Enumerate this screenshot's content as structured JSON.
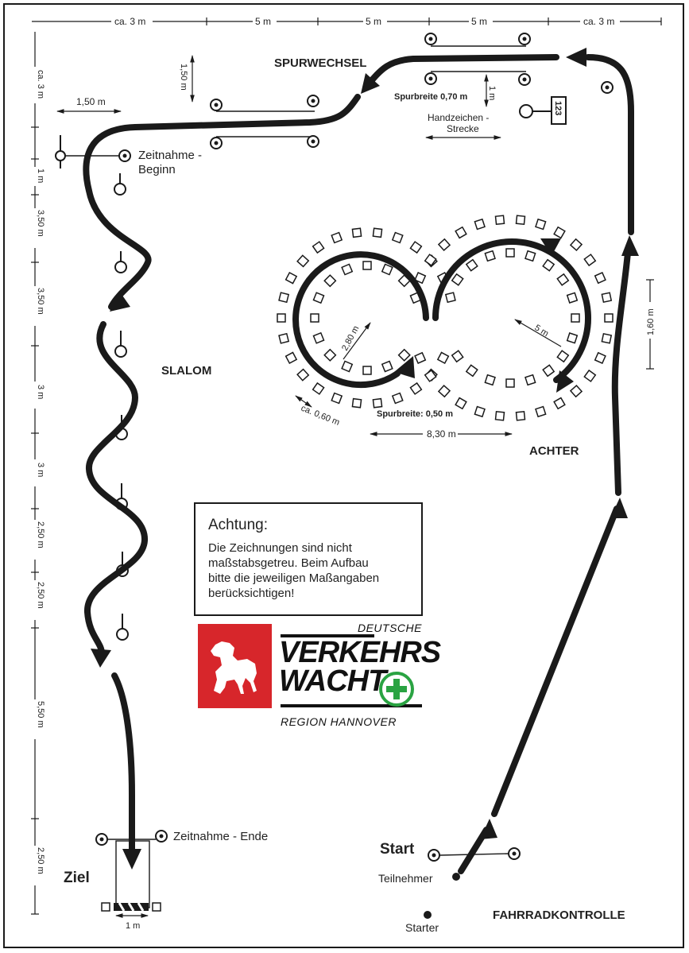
{
  "dimensions": {
    "top_left": "ca. 3 m",
    "top_seg1": "5 m",
    "top_seg2": "5 m",
    "top_seg3": "5 m",
    "top_right": "ca. 3 m",
    "lane_change_height": "1,50 m",
    "left_gap": "1,50 m",
    "side_ca3": "ca. 3 m",
    "side_1": "1 m",
    "side_350a": "3,50 m",
    "side_350b": "3,50 m",
    "side_3a": "3 m",
    "side_3b": "3 m",
    "side_250a": "2,50 m",
    "side_250b": "2,50 m",
    "side_550": "5,50 m",
    "side_250c": "2,50 m",
    "lane_gap_1m": "1 m",
    "right_160": "1,60 m",
    "figure_width": "8,30 m",
    "radius_left": "2,80 m",
    "radius_right": "5 m",
    "ca060": "ca. 0,60 m",
    "finish_width": "1 m"
  },
  "labels": {
    "spurwechsel": "SPURWECHSEL",
    "spurbreite_070": "Spurbreite 0,70 m",
    "handzeichen_line1": "Handzeichen -",
    "handzeichen_line2": "Strecke",
    "sign_number": "123",
    "zeitnahme_beginn_line1": "Zeitnahme -",
    "zeitnahme_beginn_line2": "Beginn",
    "slalom": "SLALOM",
    "achter": "ACHTER",
    "spurbreite_050": "Spurbreite: 0,50 m",
    "zeitnahme_ende": "Zeitnahme - Ende",
    "ziel": "Ziel",
    "start": "Start",
    "teilnehmer": "Teilnehmer",
    "starter": "Starter",
    "fahrradkontrolle": "FAHRRADKONTROLLE"
  },
  "notice": {
    "heading": "Achtung:",
    "line1": "Die Zeichnungen sind nicht",
    "line2": "maßstabsgetreu. Beim Aufbau",
    "line3": "bitte die jeweiligen Maßangaben",
    "line4": "berücksichtigen!"
  },
  "logo": {
    "deutsche": "DEUTSCHE",
    "verkehrs": "VERKEHRS",
    "wacht": "WACHT",
    "region": "REGION HANNOVER",
    "emblem_color": "#d7262b",
    "plus_color": "#2aa342"
  },
  "colors": {
    "ink": "#1a1a1a",
    "background": "#ffffff"
  }
}
